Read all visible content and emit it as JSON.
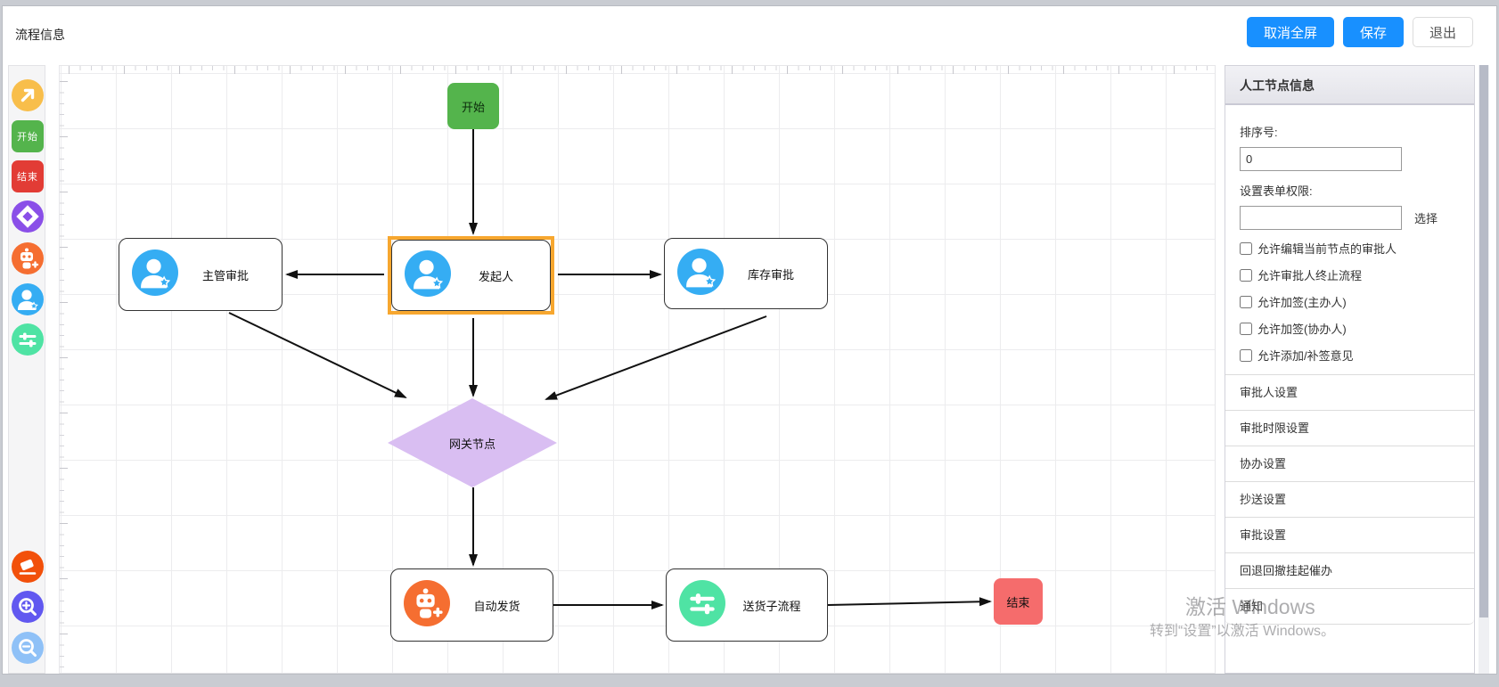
{
  "header": {
    "title": "流程信息",
    "cancel_fullscreen": "取消全屏",
    "save": "保存",
    "exit": "退出"
  },
  "toolbar": {
    "start_label": "开始",
    "end_label": "结束"
  },
  "nodes": {
    "start": {
      "label": "开始"
    },
    "manager": {
      "label": "主管审批"
    },
    "initiator": {
      "label": "发起人"
    },
    "inventory": {
      "label": "库存审批"
    },
    "gateway": {
      "label": "网关节点"
    },
    "autoship": {
      "label": "自动发货"
    },
    "subprocess": {
      "label": "送货子流程"
    },
    "end": {
      "label": "结束"
    }
  },
  "panel": {
    "title": "人工节点信息",
    "sort_label": "排序号:",
    "sort_value": "0",
    "perm_label": "设置表单权限:",
    "perm_value": "",
    "select_label": "选择",
    "checkboxes": [
      "允许编辑当前节点的审批人",
      "允许审批人终止流程",
      "允许加签(主办人)",
      "允许加签(协办人)",
      "允许添加/补签意见"
    ],
    "sections": [
      "审批人设置",
      "审批时限设置",
      "协办设置",
      "抄送设置",
      "审批设置",
      "回退回撤挂起催办",
      "通知"
    ]
  },
  "watermark": {
    "line1": "激活 Windows",
    "line2": "转到“设置”以激活 Windows。"
  },
  "colors": {
    "primary": "#1890ff",
    "selection": "#F7A72F",
    "start_green": "#54B44C",
    "end_red": "#F56C6C",
    "gateway_purple": "#D9BEF2",
    "person_blue": "#35ADF3",
    "auto_orange": "#F56E31",
    "subprocess_mint": "#4FE3A4"
  }
}
